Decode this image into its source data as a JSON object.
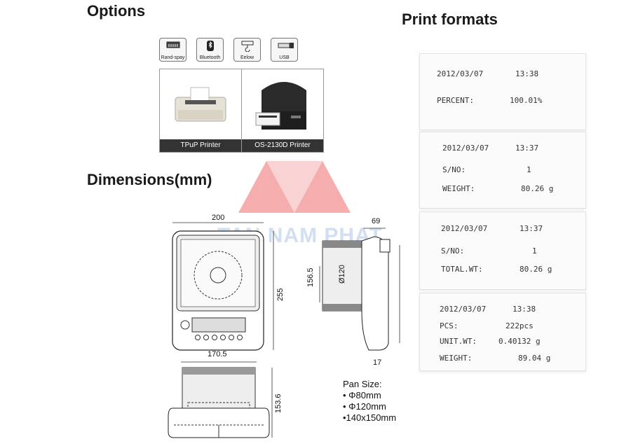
{
  "options": {
    "title": "Options",
    "icons": [
      {
        "label": "Rand-spay",
        "icon": "display-icon"
      },
      {
        "label": "Bluetooth",
        "icon": "bluetooth-icon"
      },
      {
        "label": "Eelow",
        "icon": "hook-icon"
      },
      {
        "label": "USB",
        "icon": "usb-icon"
      }
    ],
    "printers": [
      {
        "label": "TPuP Printer"
      },
      {
        "label": "OS-2130D Printer"
      }
    ]
  },
  "dimensions": {
    "title": "Dimensions(mm)",
    "labels": {
      "width_top": "200",
      "depth_side": "69",
      "height_front": "255",
      "side_height": "156.5",
      "pan_dia": "Ø120",
      "front_width": "170.5",
      "front_height": "153.6",
      "side_bottom": "17"
    },
    "pan_size": {
      "title": "Pan Size:",
      "items": [
        "• Φ80mm",
        "• Φ120mm",
        "•140x150mm"
      ]
    }
  },
  "print_formats": {
    "title": "Print formats",
    "receipts": [
      {
        "lines": [
          [
            "2012/03/07",
            "13:38"
          ],
          [
            "PERCENT:",
            "100.01%"
          ]
        ]
      },
      {
        "lines": [
          [
            "2012/03/07",
            "13:37"
          ],
          [
            "S/NO:",
            "1"
          ],
          [
            "WEIGHT:",
            "80.26 g"
          ]
        ]
      },
      {
        "lines": [
          [
            "2012/03/07",
            "13:37"
          ],
          [
            "S/NO:",
            "1"
          ],
          [
            "TOTAL.WT:",
            "80.26 g"
          ]
        ]
      },
      {
        "lines": [
          [
            "2012/03/07",
            "13:38"
          ],
          [
            "PCS:",
            "222pcs"
          ],
          [
            "UNIT.WT:",
            "0.40132 g"
          ],
          [
            "WEIGHT:",
            "89.04 g"
          ]
        ]
      }
    ]
  },
  "watermark": {
    "text": "TAN NAM PHAT",
    "color": "#e05555"
  }
}
